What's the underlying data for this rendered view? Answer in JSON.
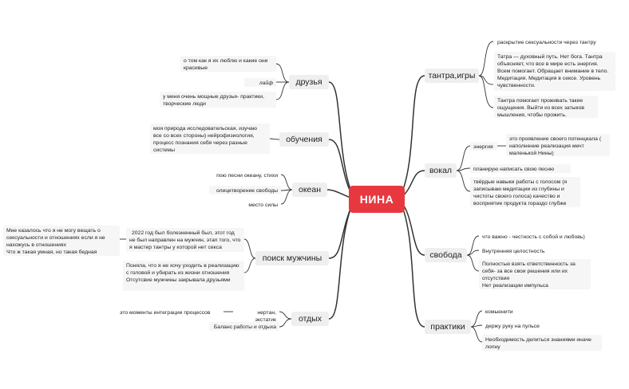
{
  "center": "НИНА",
  "left": {
    "friends": {
      "label": "друзья",
      "items": [
        "о том как я их люблю и какие они красивые",
        "лайф",
        "у меня очень мощные друзья- практики, творческие люди"
      ]
    },
    "learning": {
      "label": "обучения",
      "items": [
        "моя природа исследовательская, изучаю все со всех стороны) нейрофизиология, процесс познания себя через разные системы"
      ]
    },
    "ocean": {
      "label": "океан",
      "items": [
        "пою песни океану, стихи",
        "олицетворение свободы",
        "место силы"
      ]
    },
    "search": {
      "label": "поиск мужчины",
      "items": [
        "2022 год был болезненный был, этот год не был направлен на мужчин, этап того, что я мастер тантры у которой нет секса",
        "Поняла, что я не хочу уходить в реализацию с головой и убирать из жизни отношения\nОтсутсвие мужчины закрывала друзьями"
      ],
      "sub": "Мне казалось что я не могу вещать о сексуальности и отношениях если я не нахожусь в отношениях\nЧто ж такая умная, но такая бедная"
    },
    "rest": {
      "label": "отдых",
      "items": [
        "нертан, экстатик",
        "Баланс работы и отдыха"
      ],
      "sub": "это моменты интеграции процессов"
    }
  },
  "right": {
    "tantra": {
      "label": "тантра,игры",
      "items": [
        "раскрытие сексуальности через тантру",
        "Татра — духовный путь. Нет бога. Тантра объясняет, что все в мире есть энергия. Всем помогает. Обращает внимание в тело. Медитация. Медитация в сексе. Уровень чувственности.",
        "Тантра помогает проживать такие ощущения. Выйти из всех затыков мышления, чтобы прожить."
      ]
    },
    "vocal": {
      "label": "вокал",
      "items": [
        "энергия",
        "планирую написать свою песню",
        "твёрдые навыки работы с голосом (я записываю медитации из глубины и чистоты своего голоса) качество и восприятие продукта гораздо глубже"
      ],
      "sub": "это проявление своего потенциала ( наполнение реализация мечт маленькой Нины)"
    },
    "freedom": {
      "label": "свобода",
      "items": [
        "что важно - честность с собой и любовь)",
        "Внутренняя целостность",
        "Полностью взять ответственность за себя- за все свои решения или их отсутствия\nНет реализации импульса"
      ]
    },
    "practices": {
      "label": "практики",
      "items": [
        "комьюнити",
        "держу руку на пульсе",
        "Необходимость делиться знаниями иначе лопну"
      ]
    }
  }
}
